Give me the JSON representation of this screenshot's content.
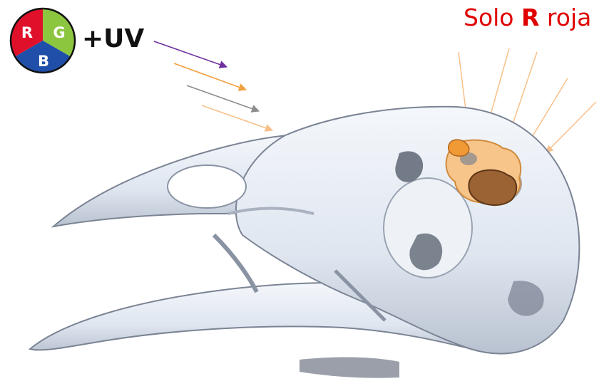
{
  "rgb_badge": {
    "letters": {
      "r": "R",
      "g": "G",
      "b": "B"
    },
    "colors": {
      "r": "#e0102a",
      "g": "#8cc63f",
      "b": "#1f4fa8"
    }
  },
  "uv_label": "+UV",
  "red_title": {
    "prefix": "Solo ",
    "bold": "R",
    "suffix": " roja"
  },
  "colors": {
    "uv_arrow": "#7030a0",
    "orange_arrow": "#f0a040",
    "gray_arrow": "#8c8c8c",
    "light_orange_arrow": "#f7c08a",
    "title_red": "#e00000",
    "bone": "#e6ecf4",
    "bone_shadow": "#8a93a3",
    "cell_light": "#f7c48a",
    "cell_dark": "#9b6233",
    "cell_small": "#f09a36",
    "cell_gray": "#8f8f8f"
  },
  "icons": [
    "rgb-circle-icon",
    "bird-skull-illustration",
    "photoreceptor-cells-icon"
  ]
}
